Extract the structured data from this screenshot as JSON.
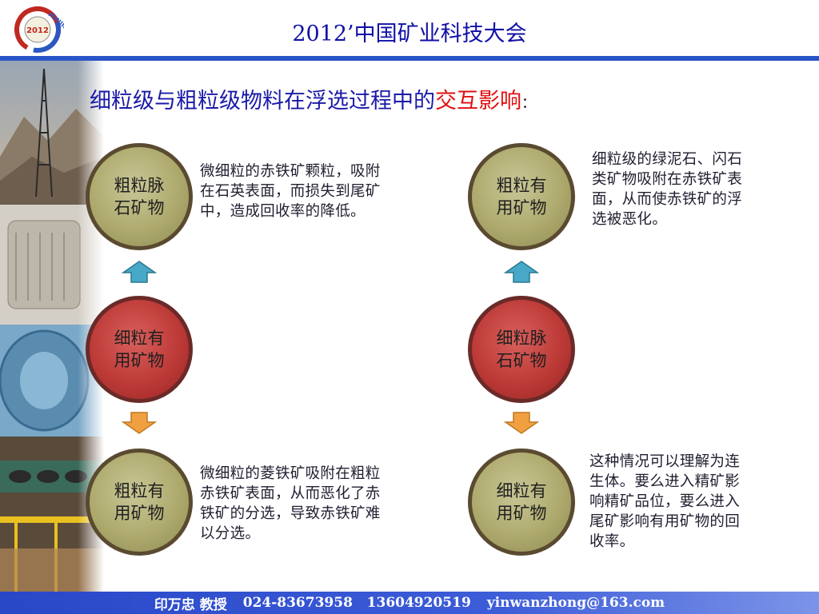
{
  "header": {
    "logo_text": "MINING",
    "logo_year": "2012",
    "conference_title": "2012’中国矿业科技大会"
  },
  "slide": {
    "title_main": "细粒级与粗粒级物料在浮选过程中的",
    "title_highlight": "交互影响",
    "title_colon": "：",
    "left_column": {
      "top_circle": [
        "粗粒脉",
        "石矿物"
      ],
      "middle_circle": [
        "细粒有",
        "用矿物"
      ],
      "bottom_circle": [
        "粗粒有",
        "用矿物"
      ],
      "top_text": [
        "微细粒的赤铁矿颗粒，吸附",
        "在石英表面，而损失到尾矿",
        "中，造成回收率的降低。"
      ],
      "bottom_text": [
        "微细粒的菱铁矿吸附在粗粒",
        "赤铁矿表面，从而恶化了赤",
        "铁矿的分选，导致赤铁矿难",
        "以分选。"
      ]
    },
    "right_column": {
      "top_circle": [
        "粗粒有",
        "用矿物"
      ],
      "middle_circle": [
        "细粒脉",
        "石矿物"
      ],
      "bottom_circle": [
        "细粒有",
        "用矿物"
      ],
      "top_text": [
        "细粒级的绿泥石、闪石",
        "类矿物吸附在赤铁矿表",
        "面，从而使赤铁矿的浮",
        "选被恶化。"
      ],
      "bottom_text": [
        "这种情况可以理解为连",
        "生体。要么进入精矿影",
        "响精矿品位，要么进入",
        "尾矿影响有用矿物的回",
        "收率。"
      ]
    }
  },
  "footer": {
    "presenter": "印万忠 教授",
    "phones": "024-83673958   13604920519",
    "email": "yinwanzhong@163.com"
  },
  "colors": {
    "title_blue": "#1a1aa8",
    "highlight_red": "#e01010",
    "header_rule": "#2a55c8",
    "olive_circle": "#aeaa6e",
    "red_circle": "#bd3a37",
    "arrow_up": "#48a8c8",
    "arrow_down": "#f0a040"
  }
}
